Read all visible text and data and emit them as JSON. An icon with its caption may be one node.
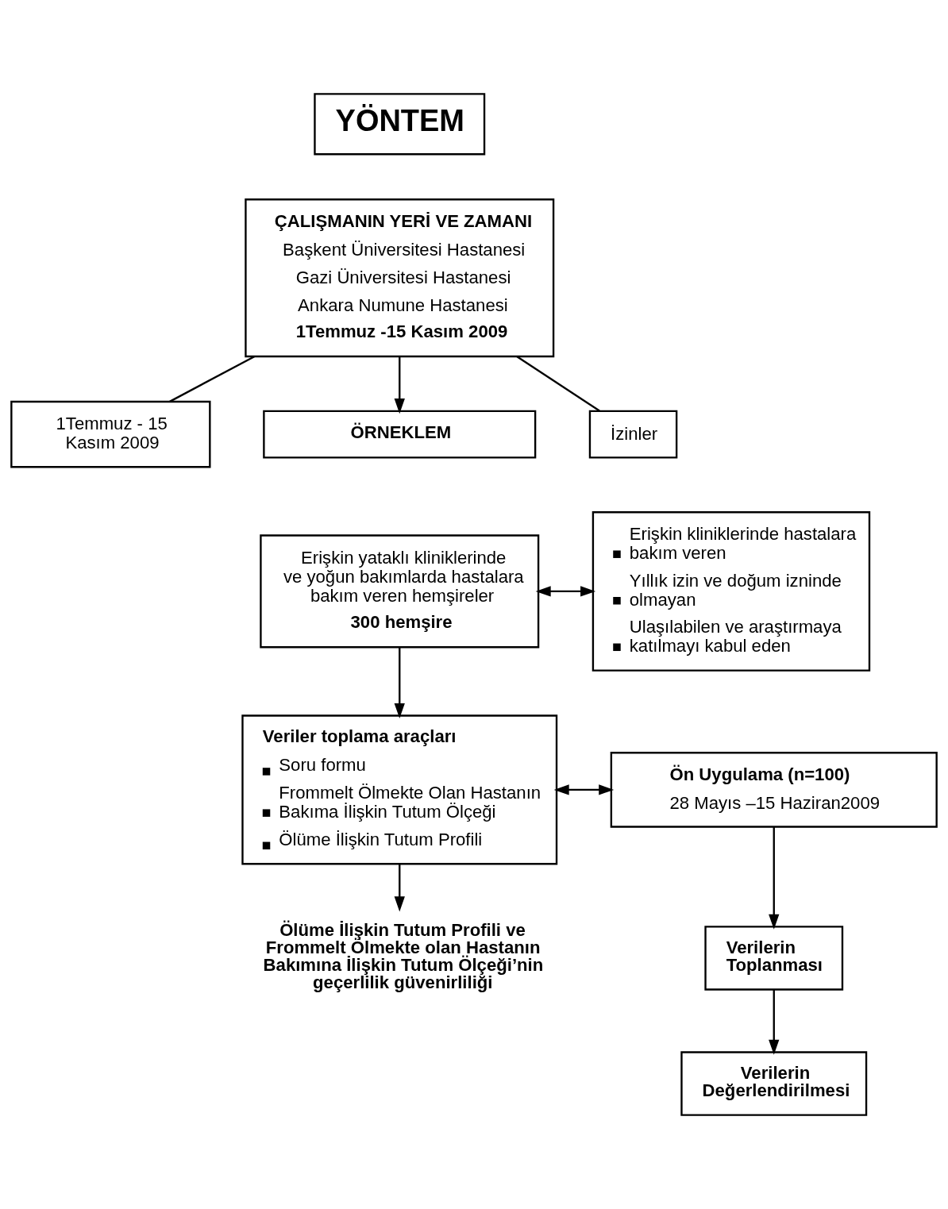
{
  "diagram": {
    "nodes": [
      {
        "text": [
          "YÖNTEM"
        ]
      },
      {
        "text": [
          "ÇALIŞMANIN YERİ VE ZAMANI",
          "Başkent Üniversitesi Hastanesi",
          "Gazi Üniversitesi Hastanesi",
          "Ankara Numune Hastanesi",
          "1Temmuz -15 Kasım 2009"
        ]
      },
      {
        "text": [
          "1Temmuz - 15 Kasım 2009"
        ]
      },
      {
        "text": [
          "ÖRNEKLEM"
        ]
      },
      {
        "text": [
          "İzinler"
        ]
      },
      {
        "text": [
          "Erişkin yataklı kliniklerinde ve yoğun bakımlarda hastalara bakım veren hemşireler",
          "300 hemşire"
        ]
      },
      {
        "text": [
          "Erişkin kliniklerinde hastalara bakım veren",
          "Yıllık izin ve doğum izninde olmayan",
          "Ulaşılabilen ve araştırmaya katılmayı kabul eden"
        ]
      },
      {
        "text": [
          "Veriler toplama araçları",
          "Soru formu",
          "Frommelt Ölmekte Olan Hastanın Bakıma İlişkin Tutum Ölçeği",
          "Ölüme İlişkin Tutum Profili"
        ]
      },
      {
        "text": [
          "Ön Uygulama (n=100)",
          "28 Mayıs –15 Haziran2009"
        ]
      },
      {
        "text": [
          "Ölüme İlişkin Tutum Profili ve Frommelt Ölmekte olan Hastanın Bakımına İlişkin Tutum Ölçeği’nin geçerlilik güvenirliliği"
        ]
      },
      {
        "text": [
          "Verilerin Toplanması"
        ]
      },
      {
        "text": [
          "Verilerin Değerlendirilmesi"
        ]
      }
    ],
    "edges": [
      {
        "from": 1,
        "to": 2,
        "arrow": "none"
      },
      {
        "from": 1,
        "to": 3,
        "arrow": "to"
      },
      {
        "from": 1,
        "to": 4,
        "arrow": "none"
      },
      {
        "from": 5,
        "to": 6,
        "arrow": "both"
      },
      {
        "from": 5,
        "to": 7,
        "arrow": "to"
      },
      {
        "from": 7,
        "to": 8,
        "arrow": "both"
      },
      {
        "from": 7,
        "to": 9,
        "arrow": "to"
      },
      {
        "from": 8,
        "to": 10,
        "arrow": "to"
      },
      {
        "from": 10,
        "to": 11,
        "arrow": "to"
      }
    ]
  }
}
